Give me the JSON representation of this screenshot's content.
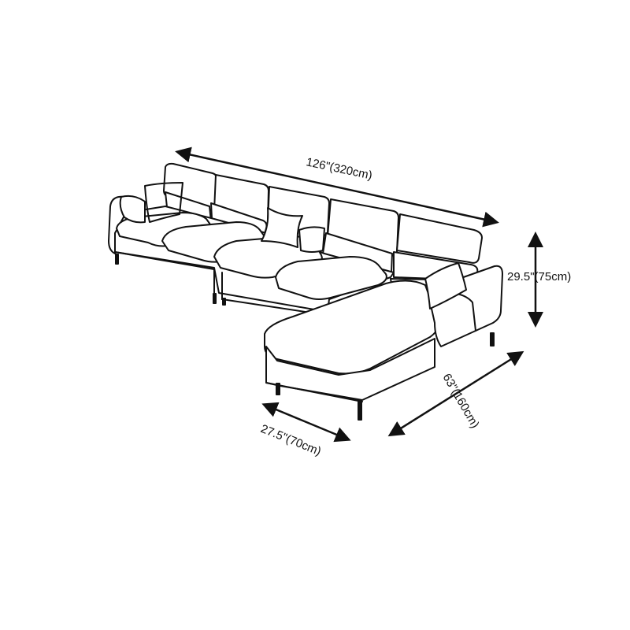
{
  "diagram": {
    "subject": "sofa-with-chaise",
    "dimensions": {
      "length": "126\"(320cm)",
      "height": "29.5\"(75cm)",
      "chaise_length": "63\"(160cm)",
      "chaise_width": "27.5\"(70cm)"
    }
  },
  "colors": {
    "ink": "#111111",
    "background": "#ffffff",
    "pillow_check": "#1a1a1a"
  }
}
